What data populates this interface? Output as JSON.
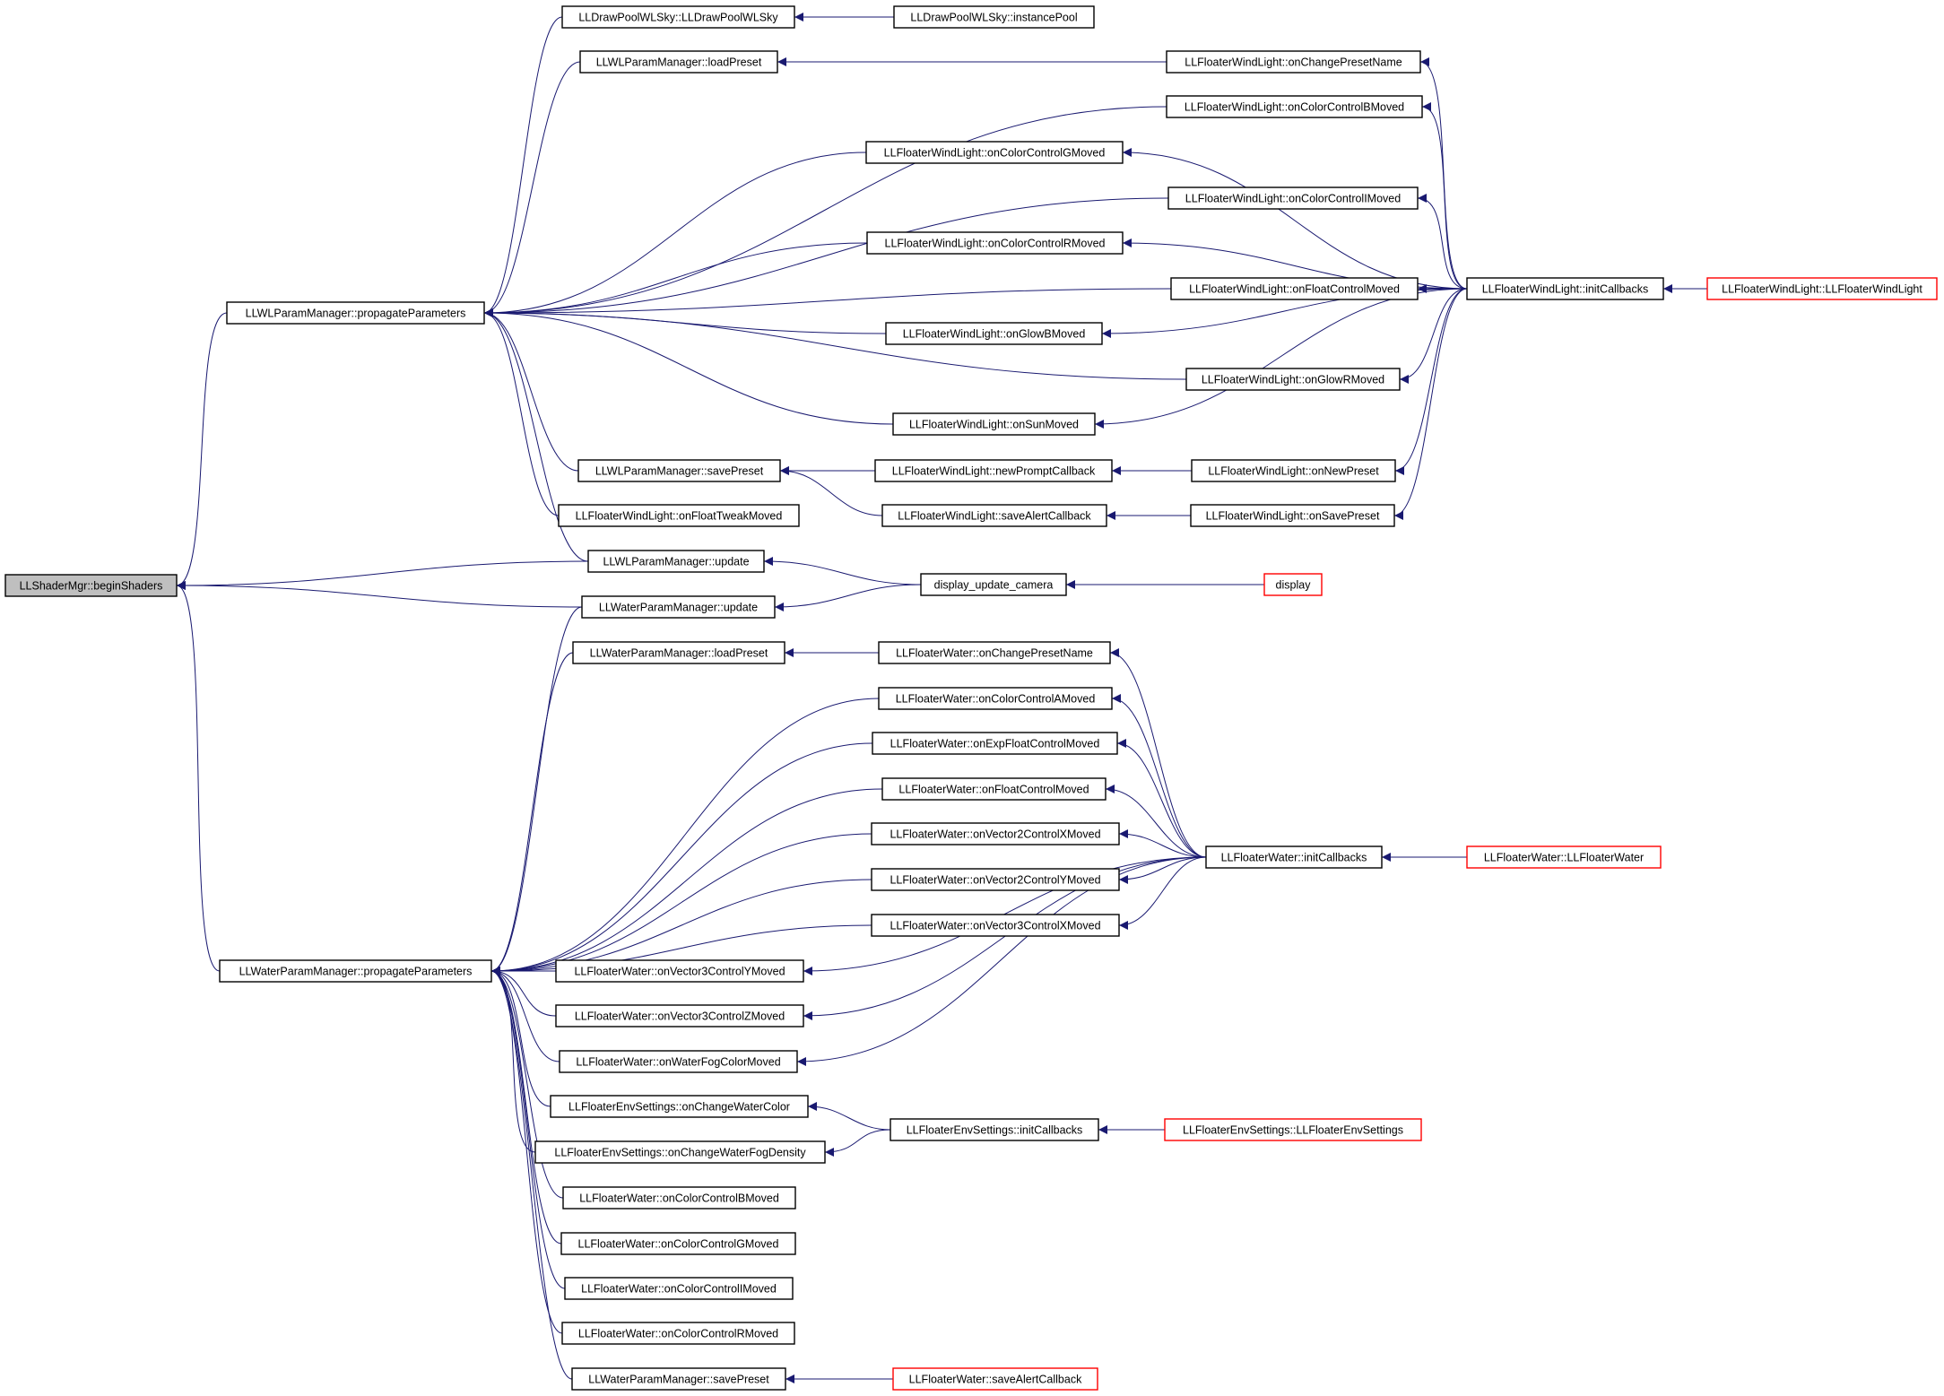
{
  "diagram": {
    "nodes": [
      {
        "id": "LLShaderMgr::beginShaders",
        "style": "root"
      },
      {
        "id": "LLWLParamManager::propagateParameters",
        "style": "normal"
      },
      {
        "id": "LLWaterParamManager::propagateParameters",
        "style": "normal"
      },
      {
        "id": "LLWLParamManager::update",
        "style": "normal"
      },
      {
        "id": "LLWaterParamManager::update",
        "style": "normal"
      },
      {
        "id": "LLDrawPoolWLSky::LLDrawPoolWLSky",
        "style": "normal"
      },
      {
        "id": "LLDrawPoolWLSky::instancePool",
        "style": "normal"
      },
      {
        "id": "LLWLParamManager::loadPreset",
        "style": "normal"
      },
      {
        "id": "LLFloaterWindLight::onChangePresetName",
        "style": "normal"
      },
      {
        "id": "LLFloaterWindLight::onColorControlBMoved",
        "style": "normal"
      },
      {
        "id": "LLFloaterWindLight::onColorControlGMoved",
        "style": "normal"
      },
      {
        "id": "LLFloaterWindLight::onColorControlIMoved",
        "style": "normal"
      },
      {
        "id": "LLFloaterWindLight::onColorControlRMoved",
        "style": "normal"
      },
      {
        "id": "LLFloaterWindLight::onFloatControlMoved",
        "style": "normal"
      },
      {
        "id": "LLFloaterWindLight::initCallbacks",
        "style": "normal"
      },
      {
        "id": "LLFloaterWindLight::LLFloaterWindLight",
        "style": "red"
      },
      {
        "id": "LLFloaterWindLight::onGlowBMoved",
        "style": "normal"
      },
      {
        "id": "LLFloaterWindLight::onGlowRMoved",
        "style": "normal"
      },
      {
        "id": "LLFloaterWindLight::onSunMoved",
        "style": "normal"
      },
      {
        "id": "LLWLParamManager::savePreset",
        "style": "normal"
      },
      {
        "id": "LLFloaterWindLight::newPromptCallback",
        "style": "normal"
      },
      {
        "id": "LLFloaterWindLight::onNewPreset",
        "style": "normal"
      },
      {
        "id": "LLFloaterWindLight::onFloatTweakMoved",
        "style": "normal"
      },
      {
        "id": "LLFloaterWindLight::saveAlertCallback",
        "style": "normal"
      },
      {
        "id": "LLFloaterWindLight::onSavePreset",
        "style": "normal"
      },
      {
        "id": "display_update_camera",
        "style": "normal"
      },
      {
        "id": "display",
        "style": "red"
      },
      {
        "id": "LLWaterParamManager::loadPreset",
        "style": "normal"
      },
      {
        "id": "LLFloaterWater::onChangePresetName",
        "style": "normal"
      },
      {
        "id": "LLFloaterWater::onColorControlAMoved",
        "style": "normal"
      },
      {
        "id": "LLFloaterWater::onExpFloatControlMoved",
        "style": "normal"
      },
      {
        "id": "LLFloaterWater::onFloatControlMoved",
        "style": "normal"
      },
      {
        "id": "LLFloaterWater::onVector2ControlXMoved",
        "style": "normal"
      },
      {
        "id": "LLFloaterWater::initCallbacks",
        "style": "normal"
      },
      {
        "id": "LLFloaterWater::LLFloaterWater",
        "style": "red"
      },
      {
        "id": "LLFloaterWater::onVector2ControlYMoved",
        "style": "normal"
      },
      {
        "id": "LLFloaterWater::onVector3ControlXMoved",
        "style": "normal"
      },
      {
        "id": "LLFloaterWater::onVector3ControlYMoved",
        "style": "normal"
      },
      {
        "id": "LLFloaterWater::onVector3ControlZMoved",
        "style": "normal"
      },
      {
        "id": "LLFloaterWater::onWaterFogColorMoved",
        "style": "normal"
      },
      {
        "id": "LLFloaterEnvSettings::onChangeWaterColor",
        "style": "normal"
      },
      {
        "id": "LLFloaterEnvSettings::initCallbacks",
        "style": "normal"
      },
      {
        "id": "LLFloaterEnvSettings::LLFloaterEnvSettings",
        "style": "red"
      },
      {
        "id": "LLFloaterEnvSettings::onChangeWaterFogDensity",
        "style": "normal"
      },
      {
        "id": "LLFloaterWater::onColorControlBMoved",
        "style": "normal"
      },
      {
        "id": "LLFloaterWater::onColorControlGMoved",
        "style": "normal"
      },
      {
        "id": "LLFloaterWater::onColorControlIMoved",
        "style": "normal"
      },
      {
        "id": "LLFloaterWater::onColorControlRMoved",
        "style": "normal"
      },
      {
        "id": "LLWaterParamManager::savePreset",
        "style": "normal"
      },
      {
        "id": "LLFloaterWater::saveAlertCallback",
        "style": "red"
      }
    ],
    "edges": [
      [
        "LLWLParamManager::propagateParameters",
        "LLShaderMgr::beginShaders"
      ],
      [
        "LLWaterParamManager::propagateParameters",
        "LLShaderMgr::beginShaders"
      ],
      [
        "LLWLParamManager::update",
        "LLShaderMgr::beginShaders"
      ],
      [
        "LLWaterParamManager::update",
        "LLShaderMgr::beginShaders"
      ],
      [
        "LLDrawPoolWLSky::LLDrawPoolWLSky",
        "LLWLParamManager::propagateParameters"
      ],
      [
        "LLWLParamManager::loadPreset",
        "LLWLParamManager::propagateParameters"
      ],
      [
        "LLFloaterWindLight::onColorControlBMoved",
        "LLWLParamManager::propagateParameters"
      ],
      [
        "LLFloaterWindLight::onColorControlGMoved",
        "LLWLParamManager::propagateParameters"
      ],
      [
        "LLFloaterWindLight::onColorControlIMoved",
        "LLWLParamManager::propagateParameters"
      ],
      [
        "LLFloaterWindLight::onColorControlRMoved",
        "LLWLParamManager::propagateParameters"
      ],
      [
        "LLFloaterWindLight::onFloatControlMoved",
        "LLWLParamManager::propagateParameters"
      ],
      [
        "LLFloaterWindLight::onGlowBMoved",
        "LLWLParamManager::propagateParameters"
      ],
      [
        "LLFloaterWindLight::onGlowRMoved",
        "LLWLParamManager::propagateParameters"
      ],
      [
        "LLFloaterWindLight::onSunMoved",
        "LLWLParamManager::propagateParameters"
      ],
      [
        "LLWLParamManager::savePreset",
        "LLWLParamManager::propagateParameters"
      ],
      [
        "LLFloaterWindLight::onFloatTweakMoved",
        "LLWLParamManager::propagateParameters"
      ],
      [
        "LLWLParamManager::update",
        "LLWLParamManager::propagateParameters"
      ],
      [
        "LLDrawPoolWLSky::instancePool",
        "LLDrawPoolWLSky::LLDrawPoolWLSky"
      ],
      [
        "LLFloaterWindLight::onChangePresetName",
        "LLWLParamManager::loadPreset"
      ],
      [
        "LLFloaterWindLight::initCallbacks",
        "LLFloaterWindLight::onChangePresetName"
      ],
      [
        "LLFloaterWindLight::initCallbacks",
        "LLFloaterWindLight::onColorControlBMoved"
      ],
      [
        "LLFloaterWindLight::initCallbacks",
        "LLFloaterWindLight::onColorControlGMoved"
      ],
      [
        "LLFloaterWindLight::initCallbacks",
        "LLFloaterWindLight::onColorControlIMoved"
      ],
      [
        "LLFloaterWindLight::initCallbacks",
        "LLFloaterWindLight::onColorControlRMoved"
      ],
      [
        "LLFloaterWindLight::initCallbacks",
        "LLFloaterWindLight::onFloatControlMoved"
      ],
      [
        "LLFloaterWindLight::initCallbacks",
        "LLFloaterWindLight::onGlowBMoved"
      ],
      [
        "LLFloaterWindLight::initCallbacks",
        "LLFloaterWindLight::onGlowRMoved"
      ],
      [
        "LLFloaterWindLight::initCallbacks",
        "LLFloaterWindLight::onSunMoved"
      ],
      [
        "LLFloaterWindLight::initCallbacks",
        "LLFloaterWindLight::onNewPreset"
      ],
      [
        "LLFloaterWindLight::initCallbacks",
        "LLFloaterWindLight::onSavePreset"
      ],
      [
        "LLFloaterWindLight::LLFloaterWindLight",
        "LLFloaterWindLight::initCallbacks"
      ],
      [
        "LLFloaterWindLight::newPromptCallback",
        "LLWLParamManager::savePreset"
      ],
      [
        "LLFloaterWindLight::saveAlertCallback",
        "LLWLParamManager::savePreset"
      ],
      [
        "LLFloaterWindLight::onNewPreset",
        "LLFloaterWindLight::newPromptCallback"
      ],
      [
        "LLFloaterWindLight::onSavePreset",
        "LLFloaterWindLight::saveAlertCallback"
      ],
      [
        "display_update_camera",
        "LLWLParamManager::update"
      ],
      [
        "display_update_camera",
        "LLWaterParamManager::update"
      ],
      [
        "display",
        "display_update_camera"
      ],
      [
        "LLWaterParamManager::update",
        "LLWaterParamManager::propagateParameters"
      ],
      [
        "LLWaterParamManager::loadPreset",
        "LLWaterParamManager::propagateParameters"
      ],
      [
        "LLFloaterWater::onColorControlAMoved",
        "LLWaterParamManager::propagateParameters"
      ],
      [
        "LLFloaterWater::onExpFloatControlMoved",
        "LLWaterParamManager::propagateParameters"
      ],
      [
        "LLFloaterWater::onFloatControlMoved",
        "LLWaterParamManager::propagateParameters"
      ],
      [
        "LLFloaterWater::onVector2ControlXMoved",
        "LLWaterParamManager::propagateParameters"
      ],
      [
        "LLFloaterWater::onVector2ControlYMoved",
        "LLWaterParamManager::propagateParameters"
      ],
      [
        "LLFloaterWater::onVector3ControlXMoved",
        "LLWaterParamManager::propagateParameters"
      ],
      [
        "LLFloaterWater::onVector3ControlYMoved",
        "LLWaterParamManager::propagateParameters"
      ],
      [
        "LLFloaterWater::onVector3ControlZMoved",
        "LLWaterParamManager::propagateParameters"
      ],
      [
        "LLFloaterWater::onWaterFogColorMoved",
        "LLWaterParamManager::propagateParameters"
      ],
      [
        "LLFloaterEnvSettings::onChangeWaterColor",
        "LLWaterParamManager::propagateParameters"
      ],
      [
        "LLFloaterEnvSettings::onChangeWaterFogDensity",
        "LLWaterParamManager::propagateParameters"
      ],
      [
        "LLFloaterWater::onColorControlBMoved",
        "LLWaterParamManager::propagateParameters"
      ],
      [
        "LLFloaterWater::onColorControlGMoved",
        "LLWaterParamManager::propagateParameters"
      ],
      [
        "LLFloaterWater::onColorControlIMoved",
        "LLWaterParamManager::propagateParameters"
      ],
      [
        "LLFloaterWater::onColorControlRMoved",
        "LLWaterParamManager::propagateParameters"
      ],
      [
        "LLWaterParamManager::savePreset",
        "LLWaterParamManager::propagateParameters"
      ],
      [
        "LLFloaterWater::onChangePresetName",
        "LLWaterParamManager::loadPreset"
      ],
      [
        "LLFloaterWater::initCallbacks",
        "LLFloaterWater::onChangePresetName"
      ],
      [
        "LLFloaterWater::initCallbacks",
        "LLFloaterWater::onColorControlAMoved"
      ],
      [
        "LLFloaterWater::initCallbacks",
        "LLFloaterWater::onExpFloatControlMoved"
      ],
      [
        "LLFloaterWater::initCallbacks",
        "LLFloaterWater::onFloatControlMoved"
      ],
      [
        "LLFloaterWater::initCallbacks",
        "LLFloaterWater::onVector2ControlXMoved"
      ],
      [
        "LLFloaterWater::initCallbacks",
        "LLFloaterWater::onVector2ControlYMoved"
      ],
      [
        "LLFloaterWater::initCallbacks",
        "LLFloaterWater::onVector3ControlXMoved"
      ],
      [
        "LLFloaterWater::initCallbacks",
        "LLFloaterWater::onVector3ControlYMoved"
      ],
      [
        "LLFloaterWater::initCallbacks",
        "LLFloaterWater::onVector3ControlZMoved"
      ],
      [
        "LLFloaterWater::initCallbacks",
        "LLFloaterWater::onWaterFogColorMoved"
      ],
      [
        "LLFloaterWater::LLFloaterWater",
        "LLFloaterWater::initCallbacks"
      ],
      [
        "LLFloaterEnvSettings::initCallbacks",
        "LLFloaterEnvSettings::onChangeWaterColor"
      ],
      [
        "LLFloaterEnvSettings::initCallbacks",
        "LLFloaterEnvSettings::onChangeWaterFogDensity"
      ],
      [
        "LLFloaterEnvSettings::LLFloaterEnvSettings",
        "LLFloaterEnvSettings::initCallbacks"
      ],
      [
        "LLFloaterWater::saveAlertCallback",
        "LLWaterParamManager::savePreset"
      ]
    ],
    "colors": {
      "edge": "#191970",
      "node_border": "#000000",
      "root_fill": "#bfbfbf",
      "highlight_border": "#ff0000"
    }
  }
}
